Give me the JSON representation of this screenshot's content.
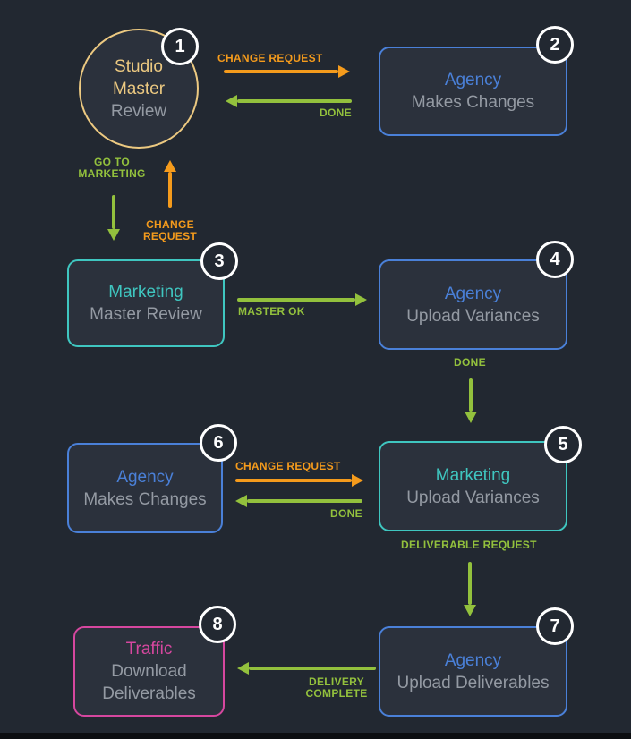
{
  "colors": {
    "background": "#222831",
    "node_fill": "#2b313c",
    "bottom_strip": "#0c0e11",
    "gold": "#ecc981",
    "blue": "#4a80d8",
    "teal": "#3fc6c0",
    "pink": "#d6479f",
    "green": "#93c13d",
    "orange": "#f59b1c",
    "gray_text": "#949aa3",
    "badge_ring": "#ffffff"
  },
  "nodes": [
    {
      "badge": "1",
      "title": "Studio\nMaster",
      "subtitle": "Review",
      "role": "studio",
      "shape": "circle"
    },
    {
      "badge": "2",
      "title": "Agency",
      "subtitle": "Makes Changes",
      "role": "agency",
      "shape": "rect"
    },
    {
      "badge": "3",
      "title": "Marketing",
      "subtitle": "Master Review",
      "role": "marketing",
      "shape": "rect"
    },
    {
      "badge": "4",
      "title": "Agency",
      "subtitle": "Upload Variances",
      "role": "agency",
      "shape": "rect"
    },
    {
      "badge": "5",
      "title": "Marketing",
      "subtitle": "Upload Variances",
      "role": "marketing",
      "shape": "rect"
    },
    {
      "badge": "6",
      "title": "Agency",
      "subtitle": "Makes Changes",
      "role": "agency",
      "shape": "rect"
    },
    {
      "badge": "7",
      "title": "Agency",
      "subtitle": "Upload Deliverables",
      "role": "agency",
      "shape": "rect"
    },
    {
      "badge": "8",
      "title": "Traffic",
      "subtitle": "Download\nDeliverables",
      "role": "traffic",
      "shape": "rect"
    }
  ],
  "arrows": [
    {
      "label": "CHANGE REQUEST",
      "color": "orange",
      "from": "1",
      "to": "2",
      "direction": "right"
    },
    {
      "label": "DONE",
      "color": "green",
      "from": "2",
      "to": "1",
      "direction": "left"
    },
    {
      "label": "GO TO\nMARKETING",
      "color": "green",
      "from": "1",
      "to": "3",
      "direction": "down"
    },
    {
      "label": "CHANGE\nREQUEST",
      "color": "orange",
      "from": "3",
      "to": "1",
      "direction": "up"
    },
    {
      "label": "MASTER OK",
      "color": "green",
      "from": "3",
      "to": "4",
      "direction": "right"
    },
    {
      "label": "DONE",
      "color": "green",
      "from": "4",
      "to": "5",
      "direction": "down"
    },
    {
      "label": "CHANGE REQUEST",
      "color": "orange",
      "from": "6",
      "to": "5",
      "direction": "right"
    },
    {
      "label": "DONE",
      "color": "green",
      "from": "5",
      "to": "6",
      "direction": "left"
    },
    {
      "label": "DELIVERABLE REQUEST",
      "color": "green",
      "from": "5",
      "to": "7",
      "direction": "down"
    },
    {
      "label": "DELIVERY\nCOMPLETE",
      "color": "green",
      "from": "7",
      "to": "8",
      "direction": "left"
    }
  ]
}
